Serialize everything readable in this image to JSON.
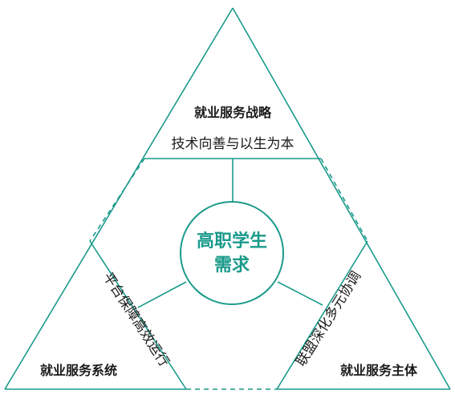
{
  "colors": {
    "line": "#1a9a8a",
    "text": "#1a1a1a",
    "background": "#ffffff"
  },
  "top": {
    "title": "就业服务战略",
    "subtitle": "技术向善与以生为本"
  },
  "left": {
    "title": "就业服务系统",
    "side_text": "平台保障高效运行"
  },
  "right": {
    "title": "就业服务主体",
    "side_text": "联盟深化多元协调"
  },
  "center": {
    "line1": "高职学生",
    "line2": "需求"
  }
}
